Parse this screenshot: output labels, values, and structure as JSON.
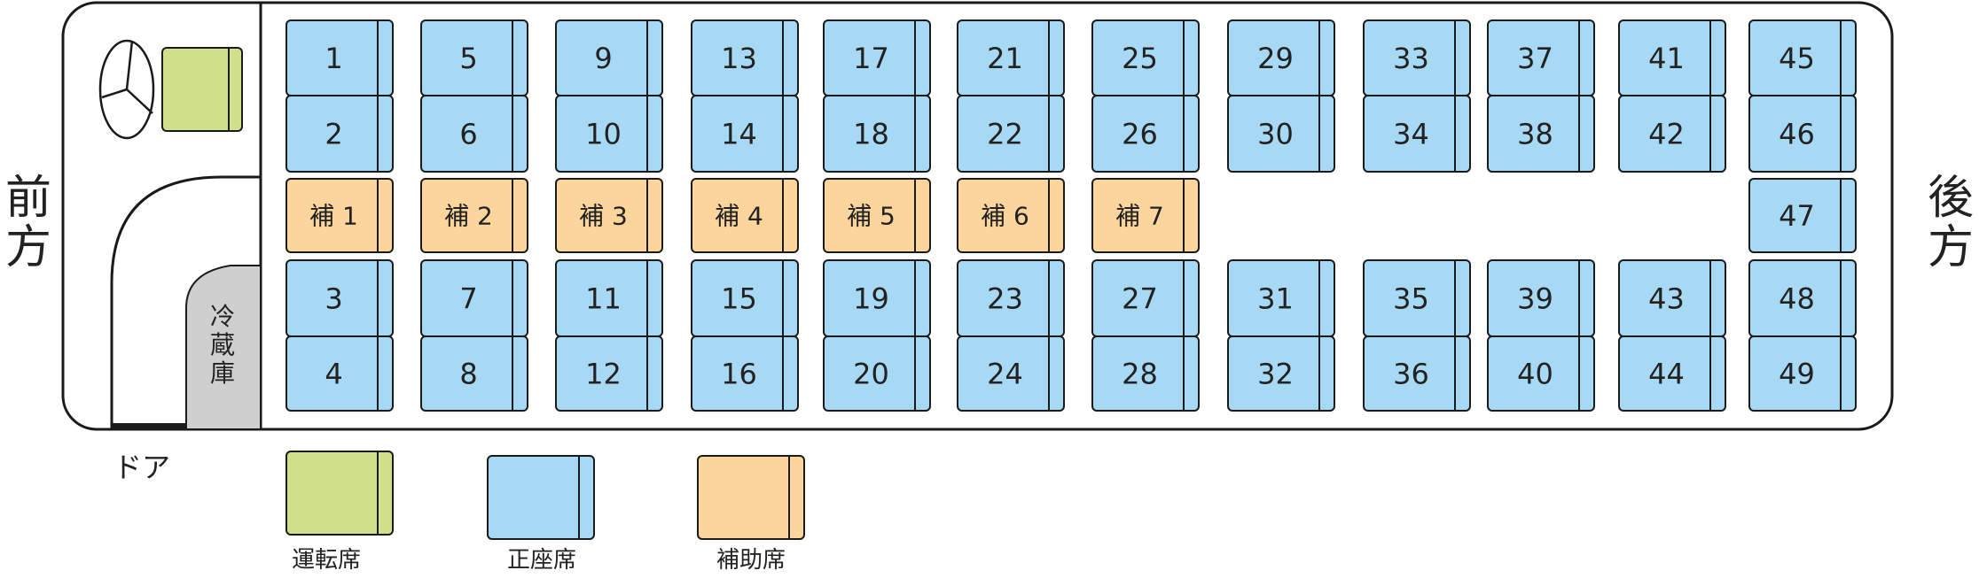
{
  "sides": {
    "front": [
      "前",
      "方"
    ],
    "rear": [
      "後",
      "方"
    ]
  },
  "door_label": "ドア",
  "fridge_label": [
    "冷",
    "蔵",
    "庫"
  ],
  "colors": {
    "driver": "#cfe08a",
    "regular": "#a7d9f5",
    "auxiliary": "#fbd59b",
    "fridge": "#cfcfcf",
    "outline": "#1a1a1a"
  },
  "regular_seats": [
    "1",
    "2",
    "3",
    "4",
    "5",
    "6",
    "7",
    "8",
    "9",
    "10",
    "11",
    "12",
    "13",
    "14",
    "15",
    "16",
    "17",
    "18",
    "19",
    "20",
    "21",
    "22",
    "23",
    "24",
    "25",
    "26",
    "27",
    "28",
    "29",
    "30",
    "31",
    "32",
    "33",
    "34",
    "35",
    "36",
    "37",
    "38",
    "39",
    "40",
    "41",
    "42",
    "43",
    "44",
    "45",
    "46",
    "47",
    "48",
    "49"
  ],
  "aux_seats": [
    "補 1",
    "補 2",
    "補 3",
    "補 4",
    "補 5",
    "補 6",
    "補 7"
  ],
  "legend": [
    {
      "kind": "driver",
      "label": "運転席"
    },
    {
      "kind": "regular",
      "label": "正座席"
    },
    {
      "kind": "auxiliary",
      "label": "補助席"
    }
  ]
}
